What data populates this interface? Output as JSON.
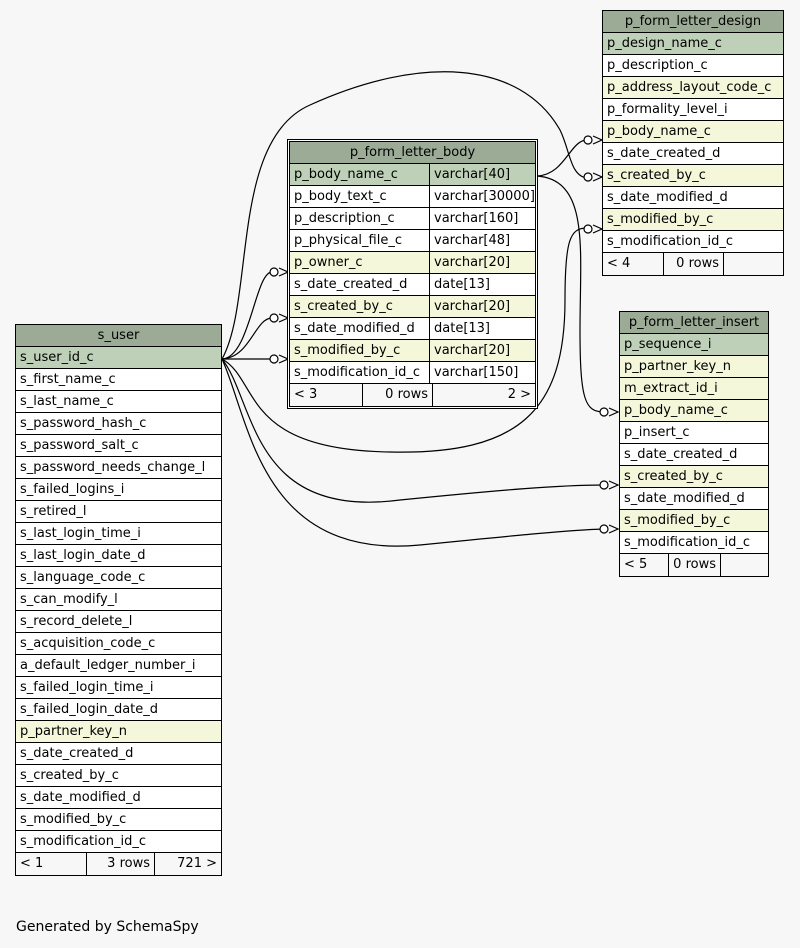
{
  "tables": {
    "s_user": {
      "name": "s_user",
      "columns": [
        {
          "name": "s_user_id_c",
          "kind": "pk"
        },
        {
          "name": "s_first_name_c",
          "kind": ""
        },
        {
          "name": "s_last_name_c",
          "kind": ""
        },
        {
          "name": "s_password_hash_c",
          "kind": ""
        },
        {
          "name": "s_password_salt_c",
          "kind": ""
        },
        {
          "name": "s_password_needs_change_l",
          "kind": ""
        },
        {
          "name": "s_failed_logins_i",
          "kind": ""
        },
        {
          "name": "s_retired_l",
          "kind": ""
        },
        {
          "name": "s_last_login_time_i",
          "kind": ""
        },
        {
          "name": "s_last_login_date_d",
          "kind": ""
        },
        {
          "name": "s_language_code_c",
          "kind": ""
        },
        {
          "name": "s_can_modify_l",
          "kind": ""
        },
        {
          "name": "s_record_delete_l",
          "kind": ""
        },
        {
          "name": "s_acquisition_code_c",
          "kind": ""
        },
        {
          "name": "a_default_ledger_number_i",
          "kind": ""
        },
        {
          "name": "s_failed_login_time_i",
          "kind": ""
        },
        {
          "name": "s_failed_login_date_d",
          "kind": ""
        },
        {
          "name": "p_partner_key_n",
          "kind": "fk"
        },
        {
          "name": "s_date_created_d",
          "kind": ""
        },
        {
          "name": "s_created_by_c",
          "kind": ""
        },
        {
          "name": "s_date_modified_d",
          "kind": ""
        },
        {
          "name": "s_modified_by_c",
          "kind": ""
        },
        {
          "name": "s_modification_id_c",
          "kind": ""
        }
      ],
      "footer": [
        "< 1",
        "3 rows",
        "721 >"
      ]
    },
    "p_form_letter_body": {
      "name": "p_form_letter_body",
      "columns": [
        {
          "name": "p_body_name_c",
          "type": "varchar[40]",
          "kind": "pk"
        },
        {
          "name": "p_body_text_c",
          "type": "varchar[30000]",
          "kind": ""
        },
        {
          "name": "p_description_c",
          "type": "varchar[160]",
          "kind": ""
        },
        {
          "name": "p_physical_file_c",
          "type": "varchar[48]",
          "kind": ""
        },
        {
          "name": "p_owner_c",
          "type": "varchar[20]",
          "kind": "fk"
        },
        {
          "name": "s_date_created_d",
          "type": "date[13]",
          "kind": ""
        },
        {
          "name": "s_created_by_c",
          "type": "varchar[20]",
          "kind": "fk"
        },
        {
          "name": "s_date_modified_d",
          "type": "date[13]",
          "kind": ""
        },
        {
          "name": "s_modified_by_c",
          "type": "varchar[20]",
          "kind": "fk"
        },
        {
          "name": "s_modification_id_c",
          "type": "varchar[150]",
          "kind": ""
        }
      ],
      "footer": [
        "< 3",
        "0 rows",
        "2 >"
      ]
    },
    "p_form_letter_design": {
      "name": "p_form_letter_design",
      "columns": [
        {
          "name": "p_design_name_c",
          "kind": "pk"
        },
        {
          "name": "p_description_c",
          "kind": ""
        },
        {
          "name": "p_address_layout_code_c",
          "kind": "fk"
        },
        {
          "name": "p_formality_level_i",
          "kind": ""
        },
        {
          "name": "p_body_name_c",
          "kind": "fk"
        },
        {
          "name": "s_date_created_d",
          "kind": ""
        },
        {
          "name": "s_created_by_c",
          "kind": "fk"
        },
        {
          "name": "s_date_modified_d",
          "kind": ""
        },
        {
          "name": "s_modified_by_c",
          "kind": "fk"
        },
        {
          "name": "s_modification_id_c",
          "kind": ""
        }
      ],
      "footer": [
        "< 4",
        "0 rows",
        ""
      ]
    },
    "p_form_letter_insert": {
      "name": "p_form_letter_insert",
      "columns": [
        {
          "name": "p_sequence_i",
          "kind": "pk"
        },
        {
          "name": "p_partner_key_n",
          "kind": "fk"
        },
        {
          "name": "m_extract_id_i",
          "kind": "fk"
        },
        {
          "name": "p_body_name_c",
          "kind": "fk"
        },
        {
          "name": "p_insert_c",
          "kind": ""
        },
        {
          "name": "s_date_created_d",
          "kind": ""
        },
        {
          "name": "s_created_by_c",
          "kind": "fk"
        },
        {
          "name": "s_date_modified_d",
          "kind": ""
        },
        {
          "name": "s_modified_by_c",
          "kind": "fk"
        },
        {
          "name": "s_modification_id_c",
          "kind": ""
        }
      ],
      "footer": [
        "< 5",
        "0 rows",
        ""
      ]
    }
  },
  "footer_text": "Generated by SchemaSpy",
  "colors": {
    "header": "#9bab96",
    "primary_key": "#bed1b8",
    "foreign_key": "#f4f7da",
    "background": "#f7f7f7"
  }
}
